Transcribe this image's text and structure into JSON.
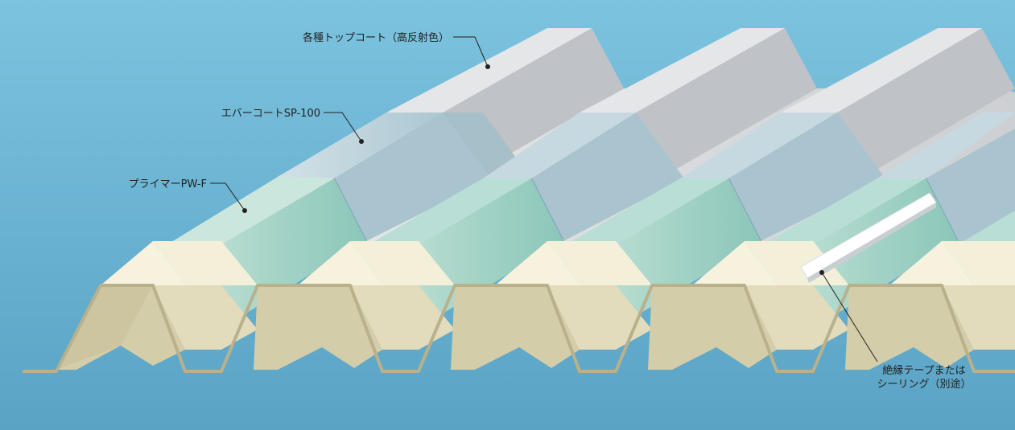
{
  "labels": {
    "top_coat": "各種トップコート（高反射色）",
    "ever_coat": "エバーコートSP-100",
    "primer": "プライマーPW-F",
    "tape_line1": "絶縁テープまたは",
    "tape_line2": "シーリング（別途）"
  },
  "colors": {
    "background_top": "#79c0dd",
    "background_bottom": "#5da7c8",
    "steel_face": "#ece4c4",
    "steel_side": "#d6cfb0",
    "primer_layer": "#9dcfc1",
    "evercoat_layer": "#a9c8d3",
    "topcoat_layer": "#c3c7cb",
    "label_text": "#222222",
    "leader_line": "#222222"
  }
}
